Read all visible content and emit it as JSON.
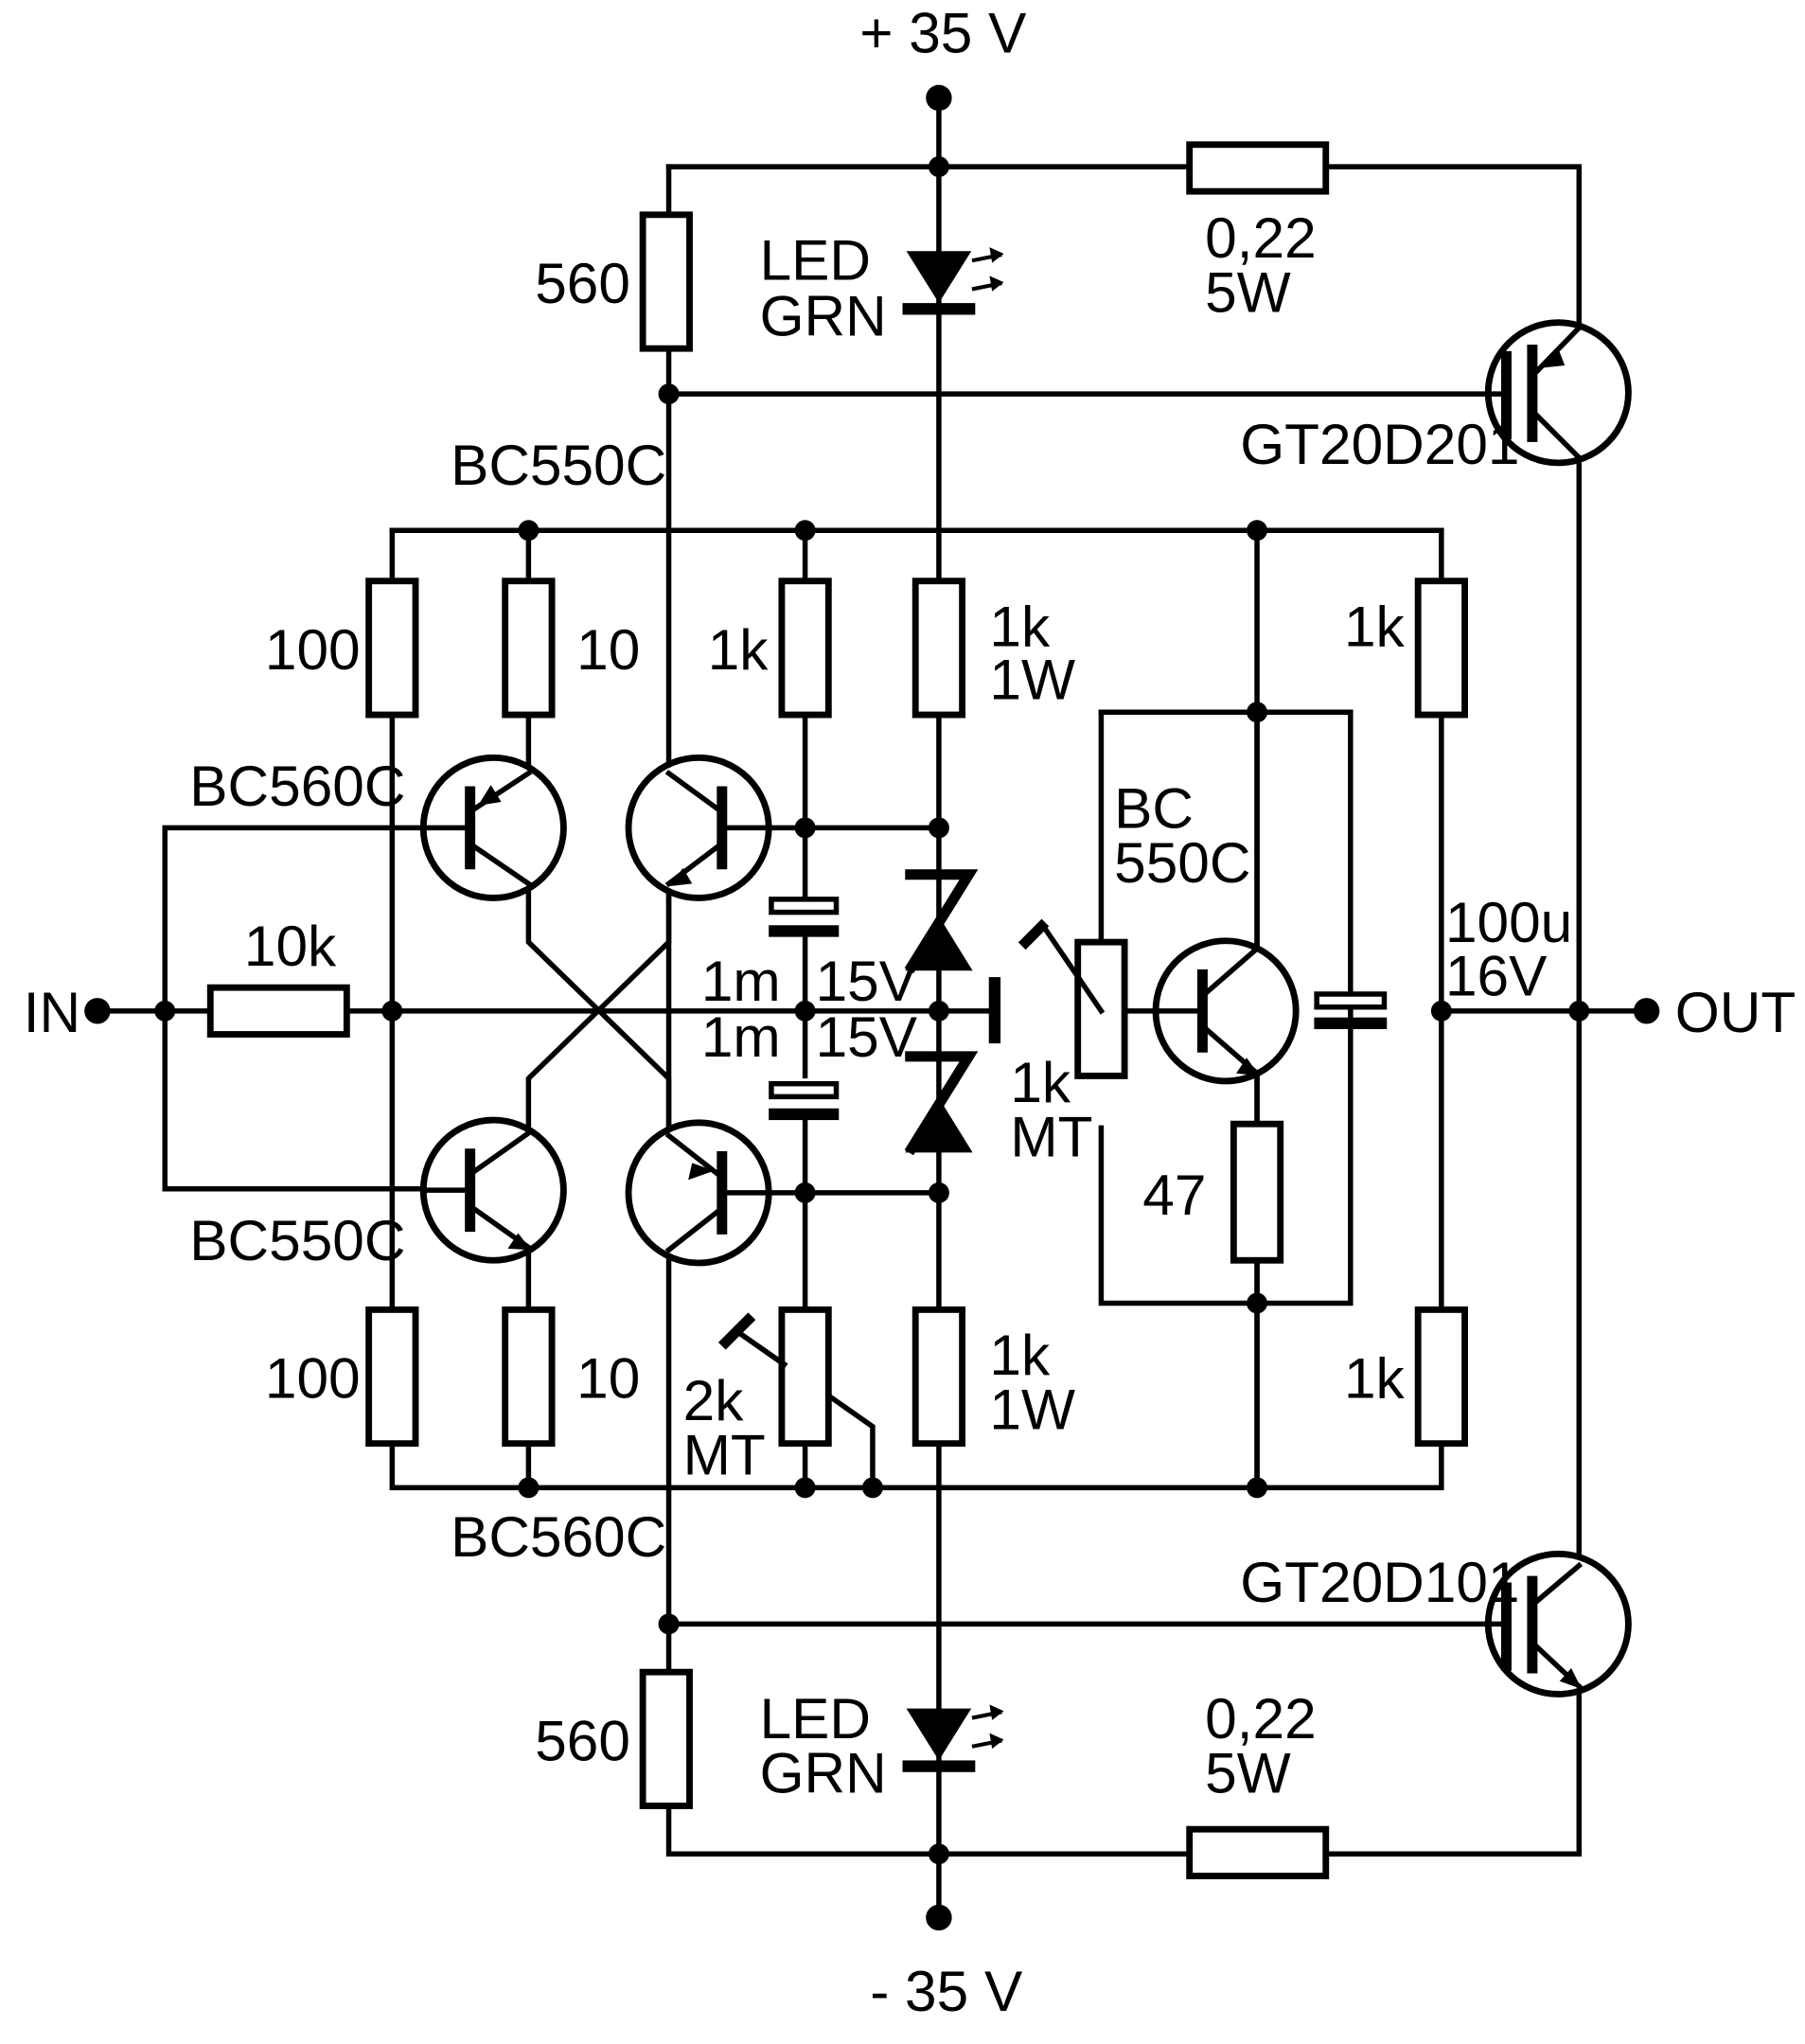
{
  "labels": {
    "vpos": "+ 35 V",
    "vneg": "- 35 V",
    "input": "IN",
    "output": "OUT",
    "r_shunt_top_val": "0,22",
    "r_shunt_top_pow": "5W",
    "r_shunt_bot_val": "0,22",
    "r_shunt_bot_pow": "5W",
    "r_560_top": "560",
    "r_560_bot": "560",
    "led_top_1": "LED",
    "led_top_2": "GRN",
    "led_bot_1": "LED",
    "led_bot_2": "GRN",
    "igbt_top": "GT20D201",
    "igbt_bot": "GT20D101",
    "q_bc550c_top": "BC550C",
    "q_bc560c_left": "BC560C",
    "q_bc550c_left": "BC550C",
    "q_bc560c_bot": "BC560C",
    "q_bc550c_mid_1": "BC",
    "q_bc550c_mid_2": "550C",
    "r_100_top": "100",
    "r_10_top": "10",
    "r_1k_top": "1k",
    "r_1k1w_top_1": "1k",
    "r_1k1w_top_2": "1W",
    "r_1k_right_top": "1k",
    "r_100_bot": "100",
    "r_10_bot": "10",
    "r_1k1w_bot_1": "1k",
    "r_1k1w_bot_2": "1W",
    "r_1k_right_bot": "1k",
    "r_10k": "10k",
    "c_1m_top": "1m",
    "c_1m_bot": "1m",
    "z_15v_top": "15V",
    "z_15v_bot": "15V",
    "pot_1k_1": "1k",
    "pot_1k_2": "MT",
    "pot_2k_1": "2k",
    "pot_2k_2": "MT",
    "r_47": "47",
    "c_100u_1": "100u",
    "c_100u_2": "16V"
  }
}
